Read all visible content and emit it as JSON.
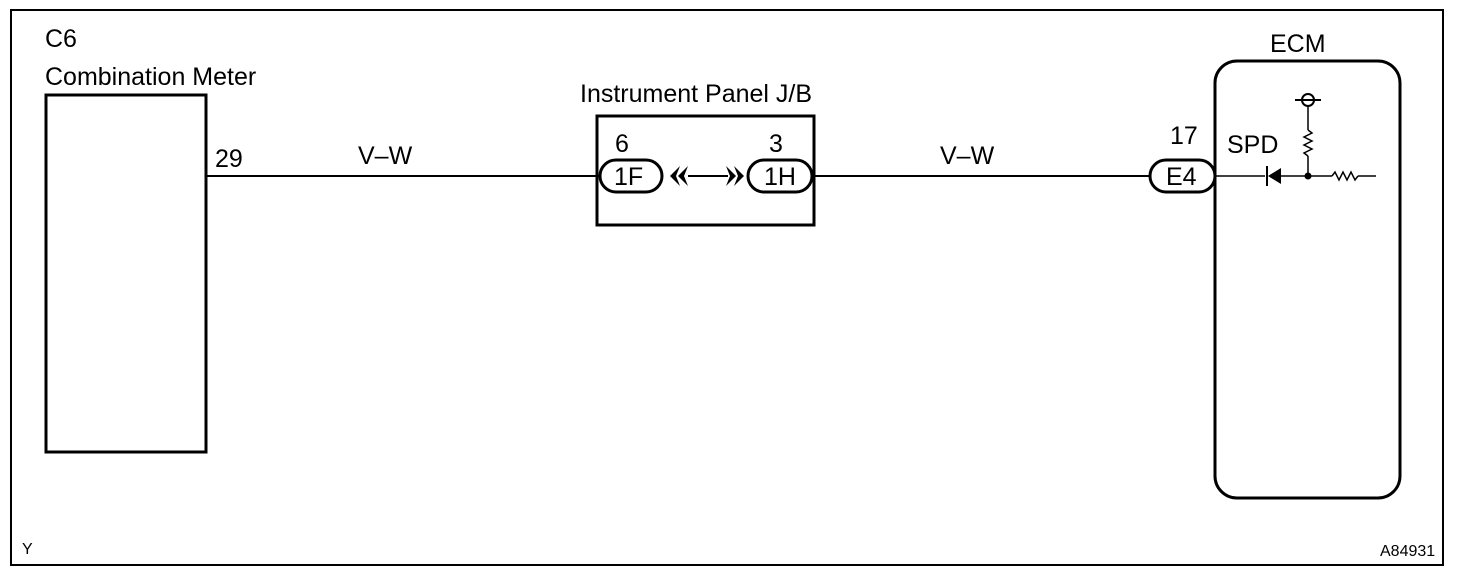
{
  "components": {
    "combination_meter": {
      "code": "C6",
      "name": "Combination Meter",
      "pin": "29"
    },
    "junction_block": {
      "name": "Instrument Panel J/B",
      "left_connector": {
        "pin": "6",
        "code": "1F"
      },
      "right_connector": {
        "pin": "3",
        "code": "1H"
      }
    },
    "ecm": {
      "name": "ECM",
      "pin": "17",
      "connector": "E4",
      "signal": "SPD"
    }
  },
  "wires": {
    "left": {
      "color_code": "V–W"
    },
    "right": {
      "color_code": "V–W"
    }
  },
  "corner_labels": {
    "bottom_left": "Y",
    "bottom_right": "A84931"
  },
  "icons": [
    "diode-icon",
    "resistor-icon",
    "power-terminal-icon",
    "connector-chevron-icon"
  ],
  "colors": {
    "line": "#000000",
    "background": "#ffffff"
  }
}
